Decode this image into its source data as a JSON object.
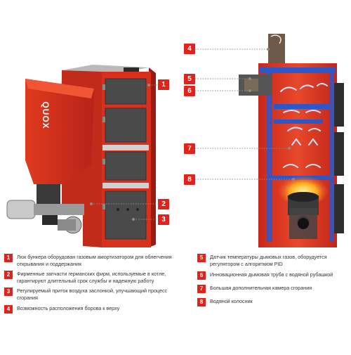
{
  "brand_name": "QUOX",
  "colors": {
    "accent": "#e3221b",
    "boiler_red": "#d9301d",
    "steel_grey": "#4a4a4a",
    "water_jacket_blue": "#2c57c9"
  },
  "callouts": [
    {
      "number": "1"
    },
    {
      "number": "2"
    },
    {
      "number": "3"
    },
    {
      "number": "4"
    },
    {
      "number": "5"
    },
    {
      "number": "6"
    },
    {
      "number": "7"
    },
    {
      "number": "8"
    }
  ],
  "legend": [
    {
      "number": "1",
      "text": "Люк бункера оборудован газовым амортизатором для облегчения открывания и поддержания"
    },
    {
      "number": "2",
      "text": "Фирменные запчасти германских фирм, используемые в котле, гарантируют длительный срок службы и надежную работу"
    },
    {
      "number": "3",
      "text": "Регулируемый приток воздуха заслонкой, улучшающий процесс сгорания"
    },
    {
      "number": "4",
      "text": "Возможность расположения борова к верху"
    },
    {
      "number": "5",
      "text": "Датчик температуры дымовых газов, оборудуется регулятором с алгоритмом PID"
    },
    {
      "number": "6",
      "text": "Инновационная дымовая труба с водяной рубашкой"
    },
    {
      "number": "7",
      "text": "Большая дополнительная камера сгорания"
    },
    {
      "number": "8",
      "text": "Водяной колосник"
    }
  ]
}
